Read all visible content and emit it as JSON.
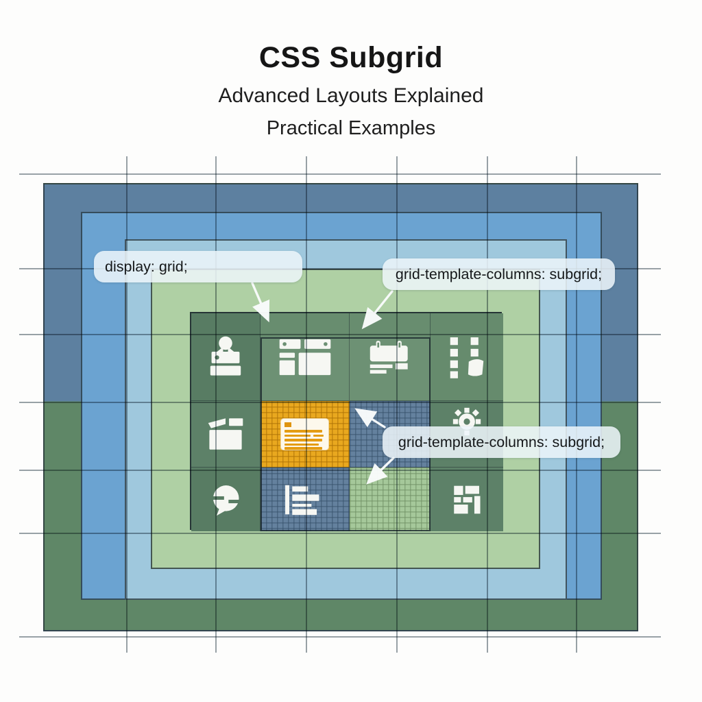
{
  "header": {
    "title": "CSS Subgrid",
    "subtitle": "Advanced Layouts Explained",
    "tagline": "Practical Examples"
  },
  "callouts": {
    "display_grid": "display: grid;",
    "subgrid_top": "grid-template-columns: subgrid;",
    "subgrid_inner": "grid-template-columns: subgrid;"
  },
  "palette": {
    "outer_frame_blue": "#5d80a0",
    "outer_frame_green": "#5f8767",
    "frame2_blue": "#6ba3d1",
    "frame3_light_blue": "#9fc8dd",
    "frame4_light_green": "#afd0a4",
    "panel_green": "#5d8168",
    "subgrid_cell_yellow": "#e9a81f",
    "subgrid_cell_blue": "#64819e",
    "subgrid_cell_green": "#a5c89a",
    "icon_white": "#f6f7f3"
  },
  "icons": [
    "person-desk-icon",
    "window-layout-icon",
    "calendar-icon",
    "task-list-icon",
    "clapperboard-icon",
    "card-subgrid-icon",
    "gear-icon",
    "chat-bubble-icon",
    "document-list-icon",
    "masonry-layout-icon"
  ]
}
